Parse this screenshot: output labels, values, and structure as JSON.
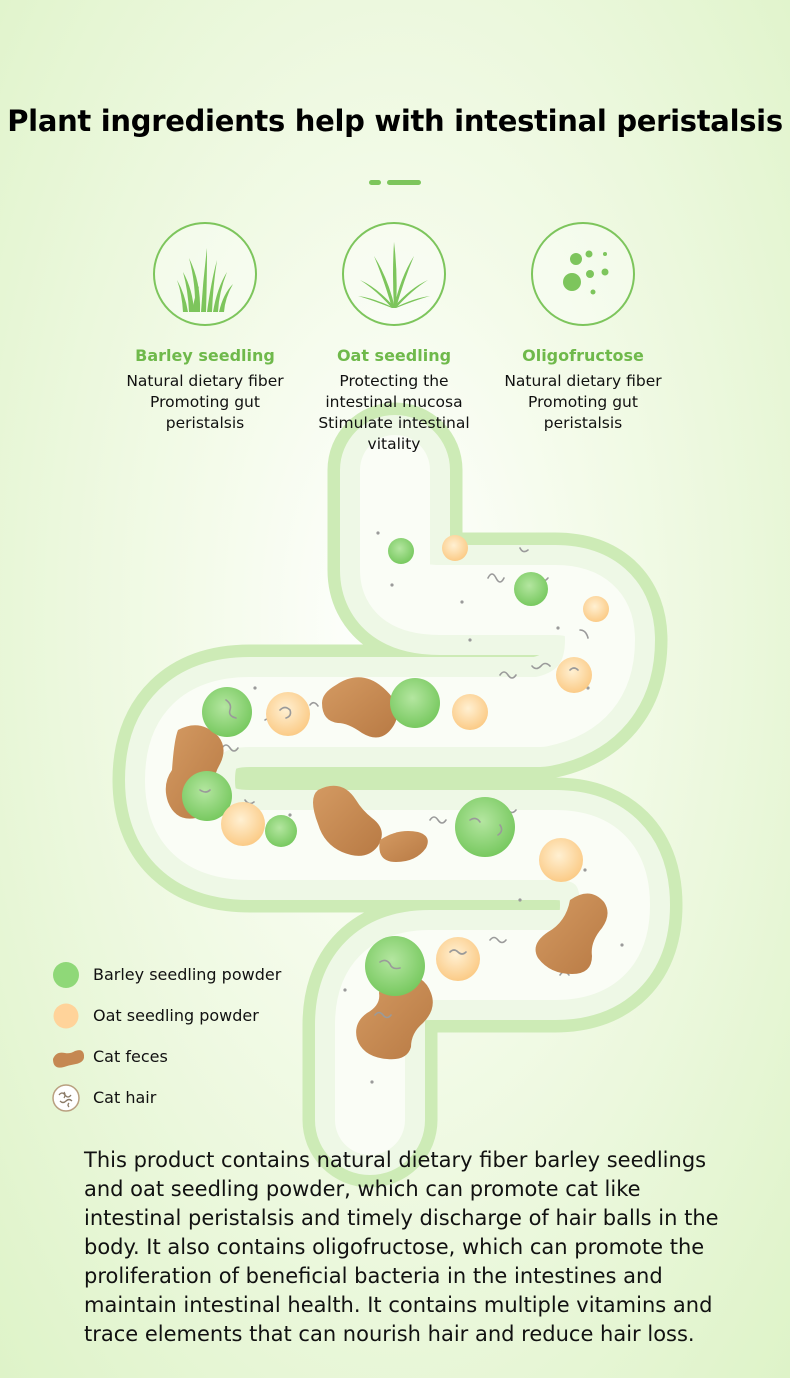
{
  "title": "Plant ingredients help with intestinal peristalsis",
  "colors": {
    "accent": "#7dc55c",
    "green_particle": "#8fd878",
    "oat_particle": "#ffd39a",
    "feces": "#c58852",
    "background": "#e6f5d4"
  },
  "ingredients": [
    {
      "icon": "grass-icon",
      "name": "Barley seedling",
      "description": [
        "Natural dietary fiber",
        "Promoting gut",
        "peristalsis"
      ]
    },
    {
      "icon": "sprout-icon",
      "name": "Oat seedling",
      "description": [
        "Protecting the",
        "intestinal mucosa",
        "Stimulate intestinal",
        "vitality"
      ]
    },
    {
      "icon": "dots-icon",
      "name": "Oligofructose",
      "description": [
        "Natural dietary fiber",
        "Promoting gut",
        "peristalsis"
      ]
    }
  ],
  "legend": [
    {
      "icon": "barley-powder-icon",
      "label": "Barley seedling powder"
    },
    {
      "icon": "oat-powder-icon",
      "label": "Oat seedling powder"
    },
    {
      "icon": "cat-feces-icon",
      "label": "Cat feces"
    },
    {
      "icon": "cat-hair-icon",
      "label": "Cat hair"
    }
  ],
  "description": [
    "This product contains natural dietary fiber barley seedlings",
    "and oat seedling powder, which can promote cat like",
    "intestinal peristalsis and timely discharge of hair balls in the",
    "body. It also contains oligofructose, which can promote the",
    "proliferation of beneficial bacteria in the intestines and",
    "maintain intestinal health. It contains multiple vitamins and",
    "trace elements that can nourish hair and reduce hair loss."
  ]
}
